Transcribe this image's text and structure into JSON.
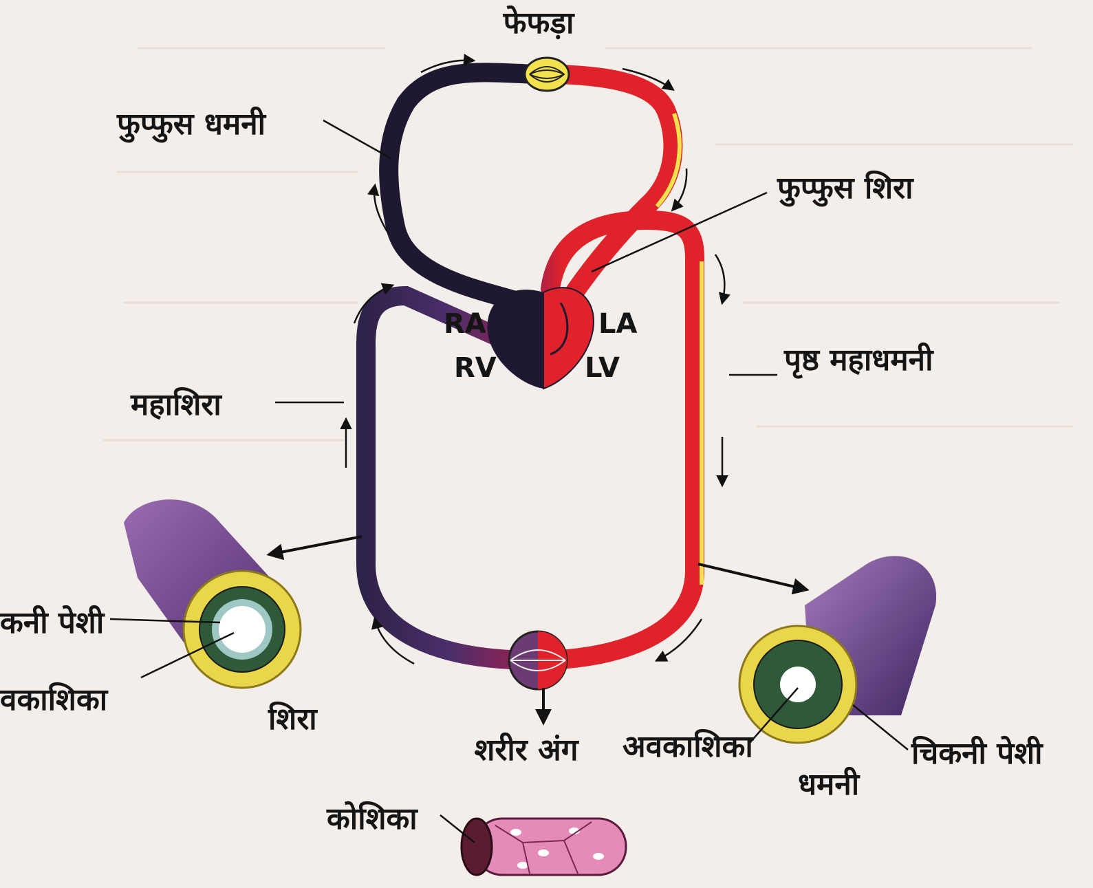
{
  "labels": {
    "lungs": "फेफड़ा",
    "pulmonary_artery": "फुप्फुस धमनी",
    "pulmonary_vein": "फुप्फुस शिरा",
    "dorsal_aorta": "पृष्ठ महाधमनी",
    "vena_cava": "महाशिरा",
    "body_organs": "शरीर अंग",
    "vein": "शिरा",
    "artery": "धमनी",
    "cell": "कोशिका",
    "vein_smooth_muscle": "कनी पेशी",
    "vein_lumen": "वकाशिका",
    "artery_lumen": "अवकाशिका",
    "artery_smooth_muscle": "चिकनी पेशी"
  },
  "chambers": {
    "right_atrium": "RA",
    "left_atrium": "LA",
    "right_ventricle": "RV",
    "left_ventricle": "LV"
  },
  "colors": {
    "deoxygenated": "#2a1d3c",
    "oxygenated": "#e0222a",
    "vessel_outer": "#7a4a93",
    "muscle_ring": "#e9d64a",
    "inner_ring": "#2f5a3a",
    "capillary": "#e58bb8",
    "background": "#f4eeea"
  }
}
